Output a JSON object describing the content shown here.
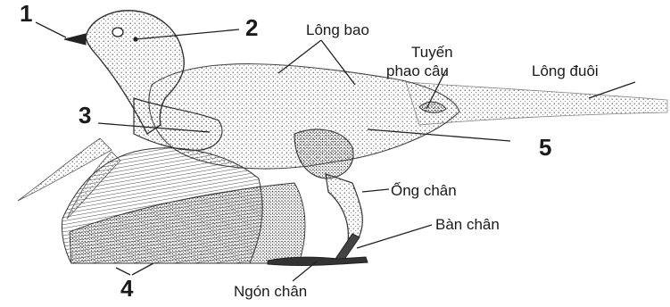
{
  "numbers": {
    "n1": "1",
    "n2": "2",
    "n3": "3",
    "n4": "4",
    "n5": "5"
  },
  "labels": {
    "long_bao": "Lông bao",
    "tuyen_line1": "Tuyến",
    "tuyen_line2": "phao câu",
    "long_duoi": "Lông đuôi",
    "ong_chan": "Ống chân",
    "ban_chan": "Bàn chân",
    "ngon_chan": "Ngón chân"
  },
  "colors": {
    "ink": "#1a1a1a",
    "stipple": "#6e6e6e",
    "background": "#ffffff"
  }
}
